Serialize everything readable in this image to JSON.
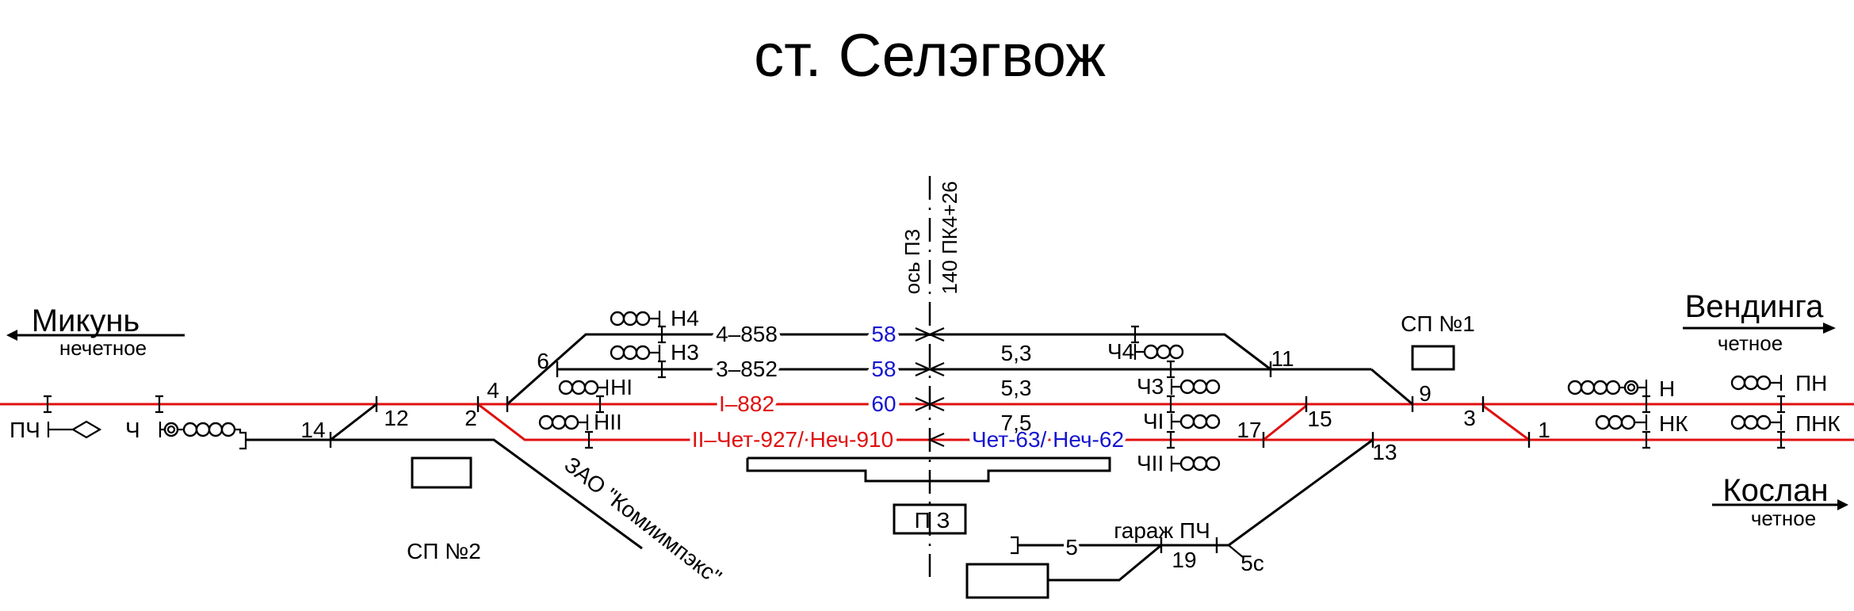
{
  "title": "ст. Селэгвож",
  "colors": {
    "main_track": "#e01010",
    "siding_track": "#000000",
    "length_label": "#1515d0",
    "background": "#ffffff"
  },
  "axis": {
    "label": "ось ПЗ",
    "chainage": "140 ПК4+26",
    "building_label": "П З"
  },
  "directions": [
    {
      "id": "mikun",
      "name": "Микунь",
      "parity": "нечетное",
      "arrow": "left"
    },
    {
      "id": "vendinga",
      "name": "Вендинга",
      "parity": "четное",
      "arrow": "right"
    },
    {
      "id": "koslan",
      "name": "Кослан",
      "parity": "четное",
      "arrow": "right"
    }
  ],
  "tracks": [
    {
      "id": "track-4",
      "label": "4–858",
      "left_length": "58",
      "right_length": "5,3"
    },
    {
      "id": "track-3",
      "label": "3–852",
      "left_length": "58",
      "right_length": "5,3"
    },
    {
      "id": "track-I",
      "label": "I–882",
      "left_length": "60",
      "right_length": "7,5",
      "main": true
    },
    {
      "id": "track-II",
      "label": "II–Чет-927/ Неч-910",
      "right_label": "Чет-63/ Неч-62",
      "main": true
    }
  ],
  "signals": {
    "PCh": "ПЧ",
    "Ch": "Ч",
    "N4": "Н4",
    "N3": "Н3",
    "NI": "НI",
    "NII": "НII",
    "Ch4": "Ч4",
    "Ch3": "Ч3",
    "ChI": "ЧI",
    "ChII": "ЧII",
    "N": "Н",
    "NK": "НК",
    "PN": "ПН",
    "PNK": "ПНК"
  },
  "switches": [
    "14",
    "12",
    "2",
    "4",
    "6",
    "11",
    "17",
    "15",
    "9",
    "13",
    "3",
    "1",
    "19",
    "5с"
  ],
  "dead_end_track": "5",
  "posts": {
    "sp1": "СП №1",
    "sp2": "СП №2"
  },
  "labels": {
    "industrial_siding": "ЗАО \"Комиимпэкс\"",
    "garage": "гараж ПЧ"
  }
}
